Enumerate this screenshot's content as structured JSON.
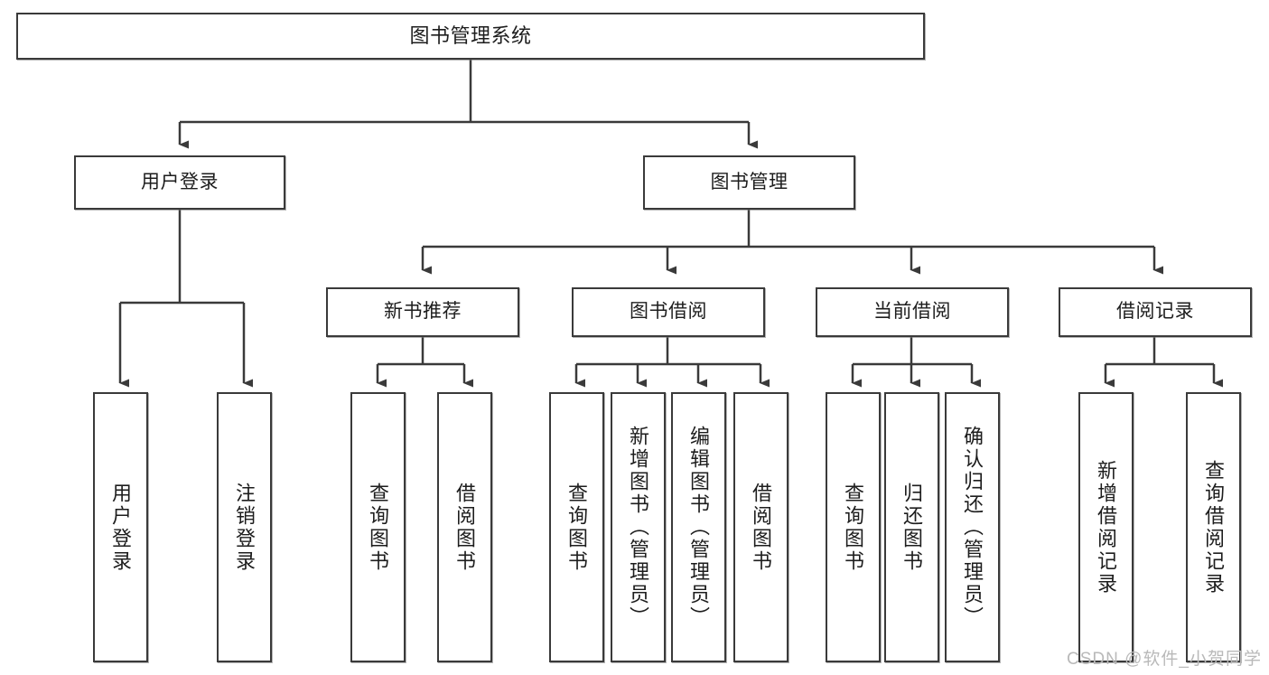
{
  "diagram": {
    "title": "图书管理系统",
    "watermark": "CSDN @软件_小贺同学",
    "root": {
      "label": "图书管理系统"
    },
    "level1": [
      {
        "label": "用户登录"
      },
      {
        "label": "图书管理"
      }
    ],
    "level2": [
      {
        "label": "新书推荐"
      },
      {
        "label": "图书借阅"
      },
      {
        "label": "当前借阅"
      },
      {
        "label": "借阅记录"
      }
    ],
    "leaves": {
      "user_login": [
        {
          "label": "用户登录"
        },
        {
          "label": "注销登录"
        }
      ],
      "new_book_recommend": [
        {
          "label": "查询图书"
        },
        {
          "label": "借阅图书"
        }
      ],
      "book_borrow": [
        {
          "label": "查询图书"
        },
        {
          "label": "新增图书（管理员）"
        },
        {
          "label": "编辑图书（管理员）"
        },
        {
          "label": "借阅图书"
        }
      ],
      "current_borrow": [
        {
          "label": "查询图书"
        },
        {
          "label": "归还图书"
        },
        {
          "label": "确认归还（管理员）"
        }
      ],
      "borrow_record": [
        {
          "label": "新增借阅记录"
        },
        {
          "label": "查询借阅记录"
        }
      ]
    }
  }
}
